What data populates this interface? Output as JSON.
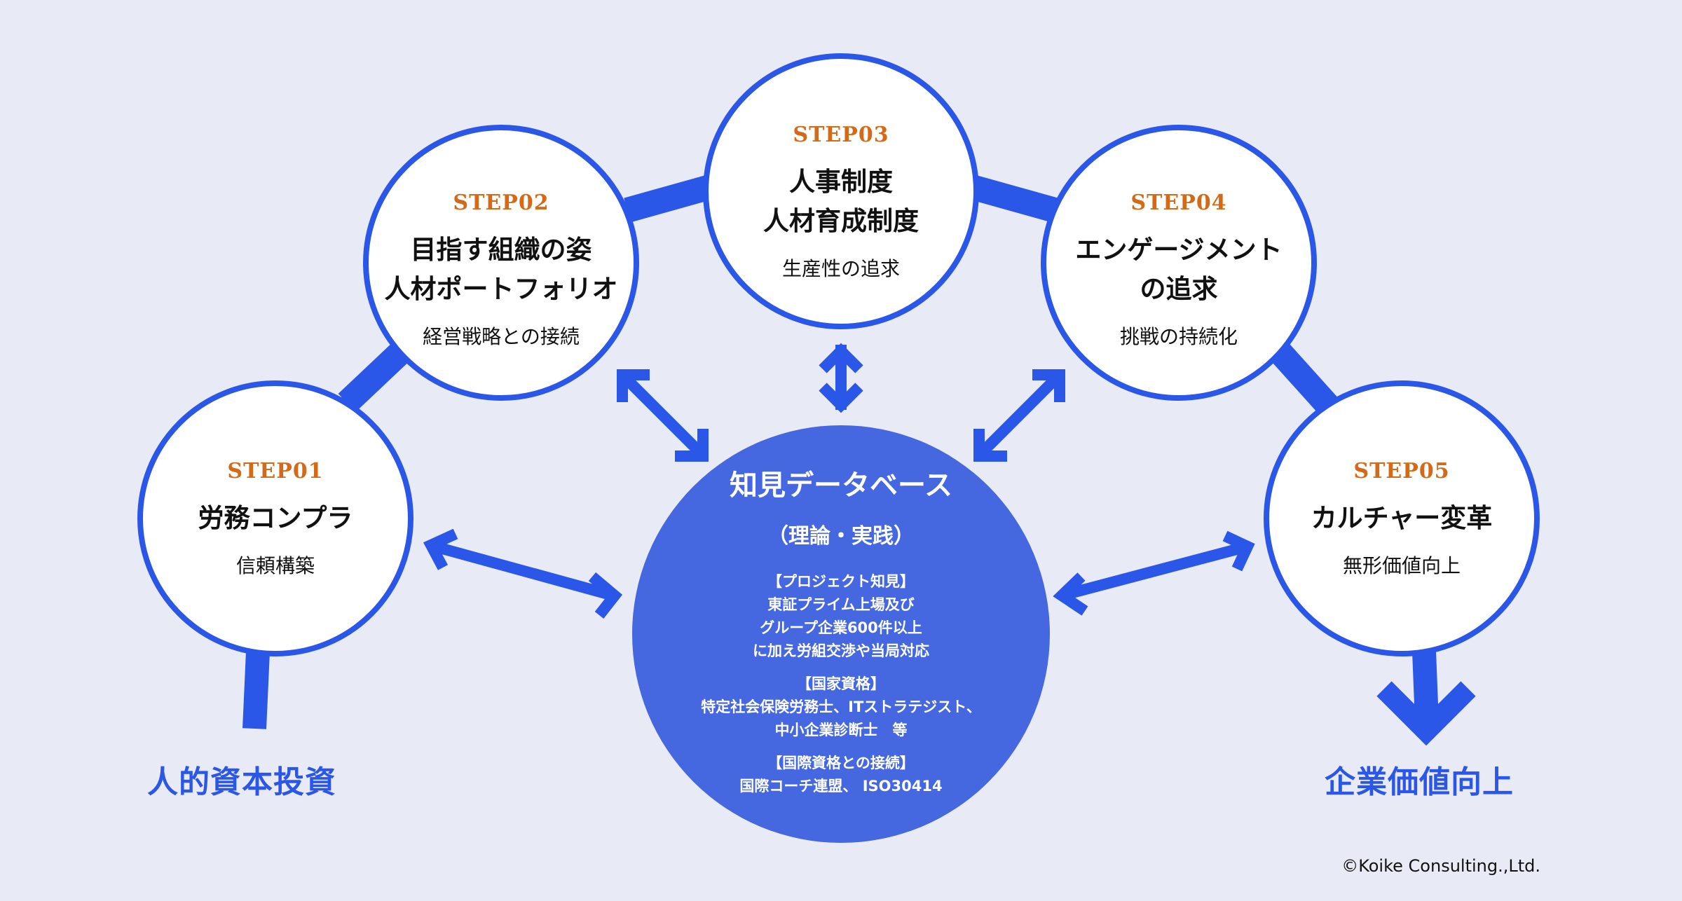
{
  "colors": {
    "background": "#e8ebf6",
    "accent_blue": "#2b57e8",
    "database_fill": "#4567e0",
    "step_label": "#d46a17",
    "node_fill": "#ffffff",
    "text_dark": "#111111"
  },
  "steps": [
    {
      "label": "STEP01",
      "title": "労務コンプラ",
      "subtitle": "信頼構築"
    },
    {
      "label": "STEP02",
      "title": "目指す組織の姿\n人材ポートフォリオ",
      "subtitle": "経営戦略との接続"
    },
    {
      "label": "STEP03",
      "title": "人事制度\n人材育成制度",
      "subtitle": "生産性の追求"
    },
    {
      "label": "STEP04",
      "title": "エンゲージメント\nの追求",
      "subtitle": "挑戦の持続化"
    },
    {
      "label": "STEP05",
      "title": "カルチャー変革",
      "subtitle": "無形価値向上"
    }
  ],
  "database": {
    "title": "知見データベース",
    "subtitle": "（理論・実践）",
    "blocks": [
      {
        "heading": "【プロジェクト知見】",
        "lines": [
          "東証プライム上場及び",
          "グループ企業600件以上",
          "に加え労組交渉や当局対応"
        ]
      },
      {
        "heading": "【国家資格】",
        "lines": [
          "特定社会保険労務士、ITストラテジスト、",
          "中小企業診断士　等"
        ]
      },
      {
        "heading": "【国際資格との接続】",
        "lines": [
          "国際コーチ連盟、 ISO30414"
        ]
      }
    ]
  },
  "start_label": "人的資本投資",
  "end_label": "企業価値向上",
  "copyright": "©Koike Consulting.,Ltd."
}
